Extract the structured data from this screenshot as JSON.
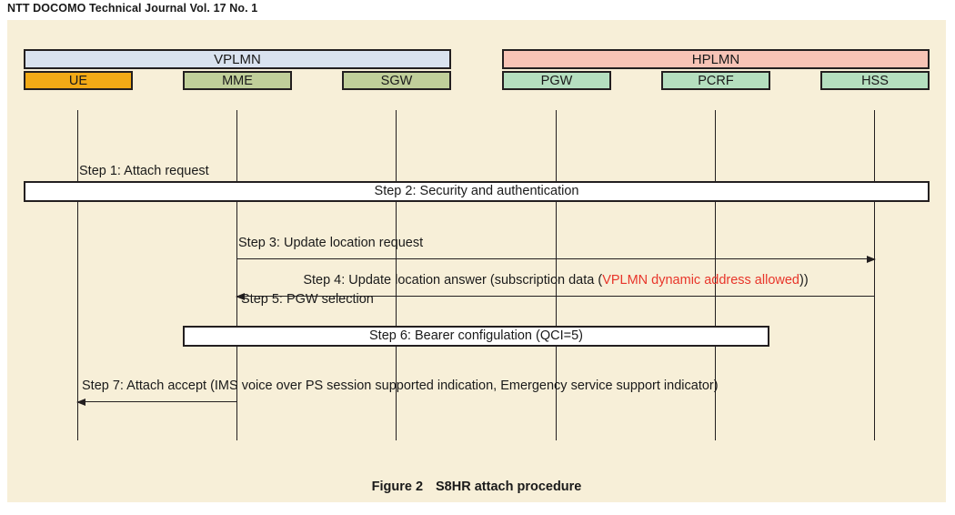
{
  "page": {
    "journal_header": "NTT DOCOMO Technical Journal Vol. 17 No. 1",
    "canvas_background": "#f7efd8",
    "figure_caption_number": "Figure 2",
    "figure_caption_title": "S8HR attach procedure"
  },
  "groups": [
    {
      "id": "vplmn",
      "label": "VPLMN",
      "color": "#d9e2ef"
    },
    {
      "id": "hplmn",
      "label": "HPLMN",
      "color": "#f7c3b6"
    }
  ],
  "nodes": [
    {
      "id": "ue",
      "label": "UE",
      "color": "#f2aa16",
      "group": "vplmn"
    },
    {
      "id": "mme",
      "label": "MME",
      "color": "#c0cf9a",
      "group": "vplmn"
    },
    {
      "id": "sgw",
      "label": "SGW",
      "color": "#c0cf9a",
      "group": "vplmn"
    },
    {
      "id": "pgw",
      "label": "PGW",
      "color": "#b5dfbf",
      "group": "hplmn"
    },
    {
      "id": "pcrf",
      "label": "PCRF",
      "color": "#b5dfbf",
      "group": "hplmn"
    },
    {
      "id": "hss",
      "label": "HSS",
      "color": "#b5dfbf",
      "group": "hplmn"
    }
  ],
  "steps": [
    {
      "id": "step1",
      "kind": "arrow",
      "label": "Step 1: Attach request",
      "from": "ue",
      "to": "mme",
      "direction": "right"
    },
    {
      "id": "step2",
      "kind": "box",
      "label": "Step 2: Security and authentication",
      "spans": "ue-to-hss"
    },
    {
      "id": "step3",
      "kind": "arrow",
      "label": "Step 3: Update location request",
      "from": "mme",
      "to": "hss",
      "direction": "right"
    },
    {
      "id": "step4",
      "kind": "arrow",
      "label_prefix": "Step 4: Update location answer (subscription data (",
      "label_highlight": "VPLMN dynamic address allowed",
      "label_suffix": "))",
      "highlight_color": "#e8352a",
      "from": "hss",
      "to": "mme",
      "direction": "left"
    },
    {
      "id": "step5",
      "kind": "note",
      "label": "Step 5: PGW selection",
      "at": "mme"
    },
    {
      "id": "step6",
      "kind": "box",
      "label": "Step 6: Bearer configulation (QCI=5)",
      "spans": "mme-to-pcrf"
    },
    {
      "id": "step7",
      "kind": "arrow",
      "label": "Step 7: Attach accept (IMS voice over PS session supported indication, Emergency service support indicator)",
      "from": "mme",
      "to": "ue",
      "direction": "left"
    }
  ]
}
